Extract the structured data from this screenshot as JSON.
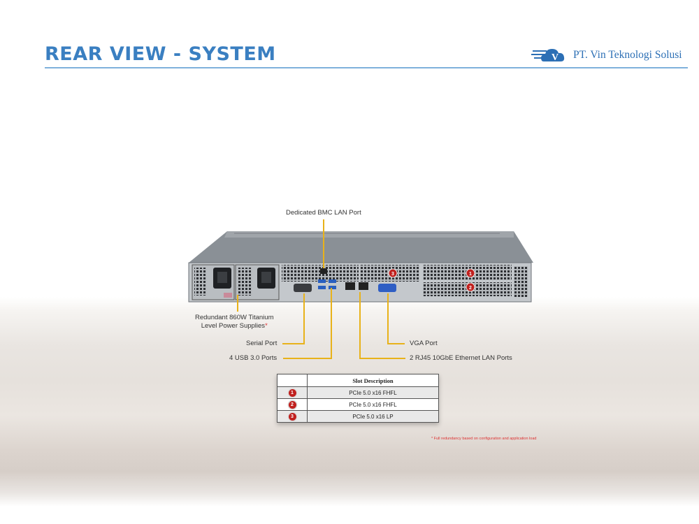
{
  "slide": {
    "title": "REAR VIEW - SYSTEM"
  },
  "logo": {
    "text": "PT. Vin Teknologi Solusi",
    "glyph": "V"
  },
  "callouts": {
    "bmc": "Dedicated BMC LAN Port",
    "psu_line1": "Redundant 860W Titanium",
    "psu_line2": "Level Power Supplies",
    "psu_mark": "*",
    "serial": "Serial Port",
    "usb": "4 USB 3.0 Ports",
    "vga": "VGA Port",
    "rj45": "2 RJ45 10GbE Ethernet LAN Ports"
  },
  "slot_table": {
    "header": "Slot Description",
    "rows": [
      {
        "num": "1",
        "desc": "PCIe 5.0 x16 FHFL"
      },
      {
        "num": "2",
        "desc": "PCIe 5.0 x16 FHFL"
      },
      {
        "num": "3",
        "desc": "PCIe 5.0 x16 LP"
      }
    ]
  },
  "footnote": "* Full redundancy based on configuration and application load",
  "colors": {
    "title": "#3a7fc1",
    "rule": "#7fb1dc",
    "callout_line": "#e8b21a",
    "badge": "#c0201e",
    "footnote": "#dd3333"
  }
}
